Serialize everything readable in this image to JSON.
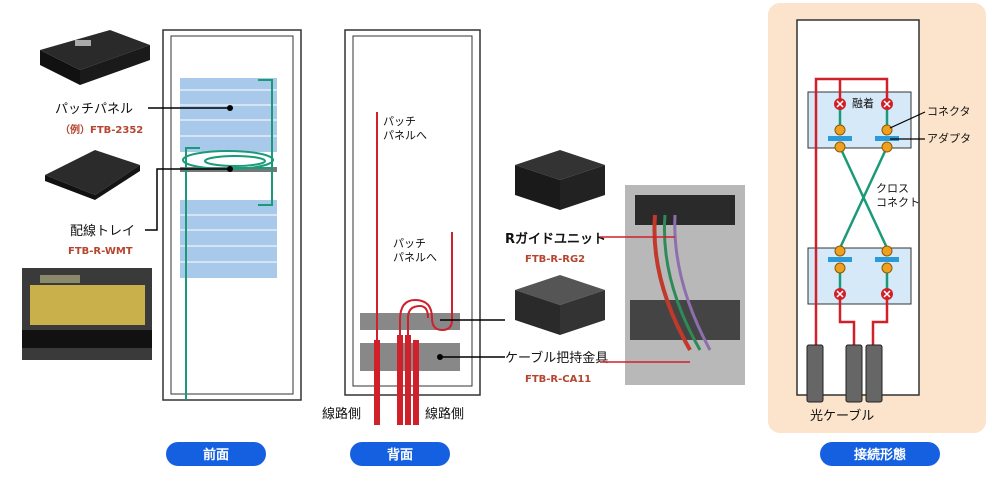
{
  "front": {
    "patch_panel_label": "パッチパネル",
    "patch_panel_model": "（例）FTB-2352",
    "tray_label": "配線トレイ",
    "tray_model": "FTB-R-WMT",
    "button": "前面"
  },
  "back": {
    "to_patch_panel_1": [
      "パッチ",
      "パネルへ"
    ],
    "to_patch_panel_2": [
      "パッチ",
      "パネルへ"
    ],
    "line_side_left": "線路側",
    "line_side_right": "線路側",
    "guide_label": "Rガイドユニット",
    "guide_model": "FTB-R-RG2",
    "bracket_label": "ケーブル把持金具",
    "bracket_model": "FTB-R-CA11",
    "button": "背面"
  },
  "connection": {
    "fusion": "融着",
    "connector": "コネクタ",
    "adapter": "アダプタ",
    "cross_connect": [
      "クロス",
      "コネクト"
    ],
    "optical_cable": "光ケーブル",
    "button": "接続形態"
  },
  "colors": {
    "fiber_green": "#1a9a78",
    "cable_red": "#d0202a",
    "panel_blue": "#a9c9ea",
    "button_blue": "#1560e0",
    "bg_peach": "#fbe3cc"
  }
}
